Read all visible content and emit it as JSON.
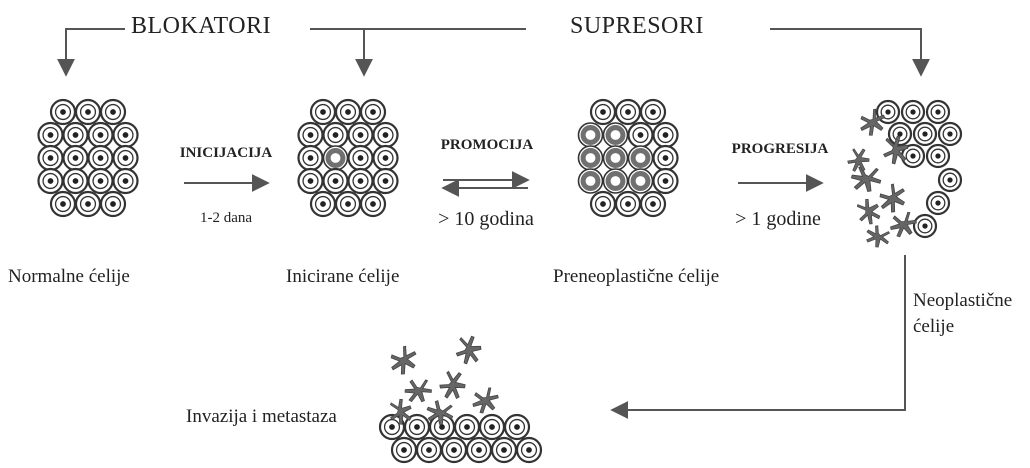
{
  "headers": {
    "blockers": "BLOKATORI",
    "suppressors": "SUPRESORI"
  },
  "stages": {
    "normal": "Normalne ćelije",
    "initiated": "Inicirane ćelije",
    "preneoplastic": "Preneoplastične ćelije",
    "neoplastic_line1": "Neoplastične",
    "neoplastic_line2": "ćelije",
    "invasion": "Invazija i metastaza"
  },
  "processes": {
    "initiation": {
      "label": "INICIJACIJA",
      "duration": "1-2 dana"
    },
    "promotion": {
      "label": "PROMOCIJA",
      "duration": "> 10 godina"
    },
    "progression": {
      "label": "PROGRESIJA",
      "duration": "> 1 godine"
    }
  },
  "colors": {
    "line": "#555555",
    "cell_outline": "#333333",
    "nucleus": "#222222",
    "altered_cell": "#707070",
    "neoplastic_cell": "#666666"
  }
}
